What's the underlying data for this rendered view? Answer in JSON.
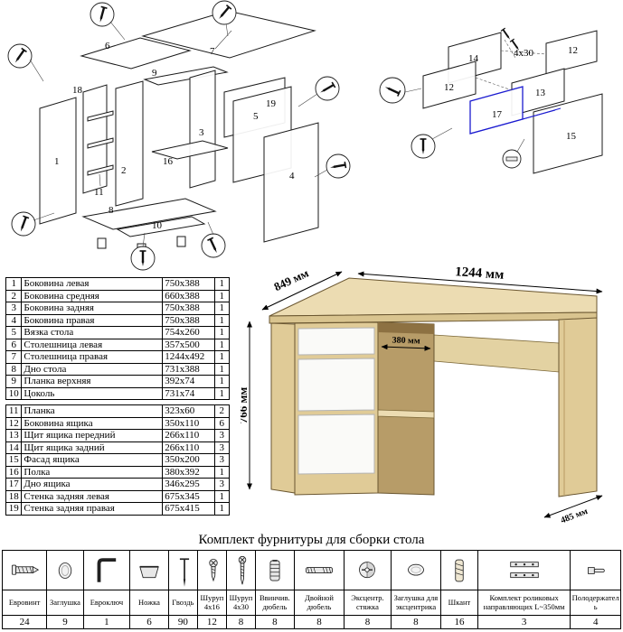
{
  "diagram_main": {
    "labels": [
      "18",
      "1",
      "9",
      "6",
      "7",
      "3",
      "2",
      "11",
      "16",
      "5",
      "19",
      "4",
      "8",
      "10"
    ]
  },
  "diagram_drawer": {
    "labels": [
      "14",
      "12",
      "12",
      "13",
      "17",
      "15"
    ],
    "screw_note": "4x30",
    "accent_color": "#1b1bd0"
  },
  "parts_table": {
    "sections": [
      {
        "rows": [
          {
            "num": "1",
            "name": "Боковина левая",
            "size": "750x388",
            "qty": "1"
          },
          {
            "num": "2",
            "name": "Боковина средняя",
            "size": "660x388",
            "qty": "1"
          },
          {
            "num": "3",
            "name": "Боковина задняя",
            "size": "750x388",
            "qty": "1"
          },
          {
            "num": "4",
            "name": "Боковина правая",
            "size": "750x388",
            "qty": "1"
          },
          {
            "num": "5",
            "name": "Вязка стола",
            "size": "754x260",
            "qty": "1"
          },
          {
            "num": "6",
            "name": "Столешница левая",
            "size": "357x500",
            "qty": "1"
          },
          {
            "num": "7",
            "name": "Столешница правая",
            "size": "1244x492",
            "qty": "1"
          },
          {
            "num": "8",
            "name": "Дно стола",
            "size": "731x388",
            "qty": "1"
          },
          {
            "num": "9",
            "name": "Планка верхняя",
            "size": "392x74",
            "qty": "1"
          },
          {
            "num": "10",
            "name": "Цоколь",
            "size": "731x74",
            "qty": "1"
          }
        ]
      },
      {
        "rows": [
          {
            "num": "11",
            "name": "Планка",
            "size": "323x60",
            "qty": "2"
          },
          {
            "num": "12",
            "name": "Боковина ящика",
            "size": "350x110",
            "qty": "6"
          },
          {
            "num": "13",
            "name": "Щит ящика передний",
            "size": "266x110",
            "qty": "3"
          },
          {
            "num": "14",
            "name": "Щит ящика задний",
            "size": "266x110",
            "qty": "3"
          },
          {
            "num": "15",
            "name": "Фасад ящика",
            "size": "350x200",
            "qty": "3"
          },
          {
            "num": "16",
            "name": "Полка",
            "size": "380x392",
            "qty": "1"
          },
          {
            "num": "17",
            "name": "Дно ящика",
            "size": "346x295",
            "qty": "3"
          },
          {
            "num": "18",
            "name": "Стенка задняя левая",
            "size": "675x345",
            "qty": "1"
          },
          {
            "num": "19",
            "name": "Стенка задняя правая",
            "size": "675x415",
            "qty": "1"
          }
        ]
      }
    ]
  },
  "desk": {
    "colors": {
      "oak": "#e0cb97",
      "oak_light": "#ecdcb2",
      "drawer_white": "#fafaf8"
    },
    "dims": {
      "depth_left": "849 мм",
      "width_right": "1244 мм",
      "height": "766 мм",
      "shelf_depth": "380 мм",
      "depth_right": "485 мм"
    }
  },
  "hardware": {
    "title": "Комплект фурнитуры для сборки стола",
    "items": [
      {
        "name": "Евровинт",
        "qty": "24",
        "icon": "confirmat-screw-icon"
      },
      {
        "name": "Заглушка",
        "qty": "9",
        "icon": "cap-icon"
      },
      {
        "name": "Евроключ",
        "qty": "1",
        "icon": "hex-key-icon"
      },
      {
        "name": "Ножка",
        "qty": "6",
        "icon": "leg-icon"
      },
      {
        "name": "Гвоздь",
        "qty": "90",
        "icon": "nail-icon"
      },
      {
        "name": "Шуруп 4x16",
        "qty": "12",
        "icon": "screw-short-icon"
      },
      {
        "name": "Шуруп 4x30",
        "qty": "8",
        "icon": "screw-long-icon"
      },
      {
        "name": "Ввинчив. дюбель",
        "qty": "8",
        "icon": "threaded-dowel-icon"
      },
      {
        "name": "Двойной дюбель",
        "qty": "8",
        "icon": "double-dowel-icon"
      },
      {
        "name": "Эксцентр. стяжка",
        "qty": "8",
        "icon": "cam-lock-icon"
      },
      {
        "name": "Заглушка для эксцентрика",
        "qty": "8",
        "icon": "cam-cap-icon"
      },
      {
        "name": "Шкант",
        "qty": "16",
        "icon": "wood-dowel-icon"
      },
      {
        "name": "Комплект роликовых направляющих L~350мм",
        "qty": "3",
        "icon": "drawer-slides-icon"
      },
      {
        "name": "Полодержатель",
        "qty": "4",
        "icon": "shelf-support-icon"
      }
    ]
  }
}
